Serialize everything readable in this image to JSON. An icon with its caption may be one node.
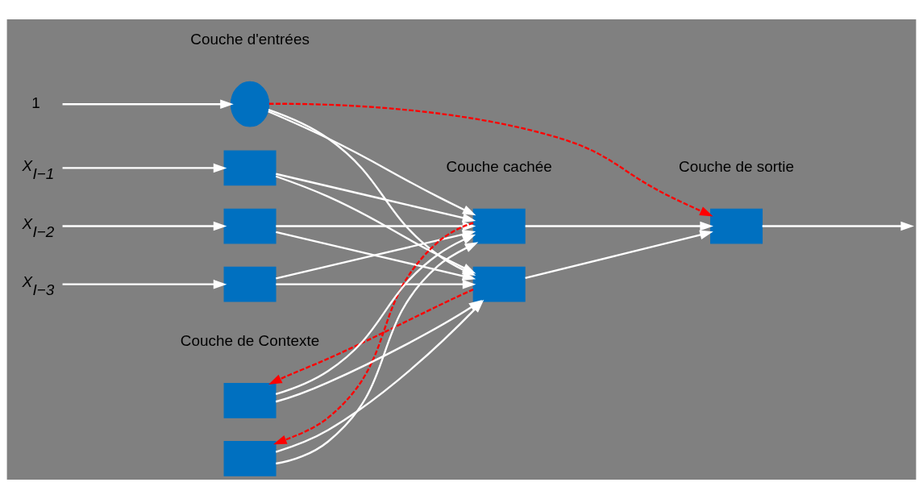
{
  "diagram": {
    "nodes": [
      {
        "text": [
          "1"
        ]
      },
      {
        "text": [
          "X$_{I−1}$"
        ]
      },
      {
        "text": [
          "X$_{I−2}$"
        ]
      },
      {
        "text": [
          "X$_{I−3}$"
        ]
      },
      {
        "text": [],
        "shape": "circle"
      },
      {
        "text": [],
        "shape": "box"
      },
      {
        "text": [],
        "shape": "box"
      },
      {
        "text": [],
        "shape": "box"
      },
      {
        "text": [],
        "shape": "box"
      },
      {
        "text": [],
        "shape": "box"
      },
      {
        "text": [],
        "shape": "box"
      },
      {
        "text": [],
        "shape": "box"
      },
      {
        "text": [],
        "shape": "box"
      }
    ],
    "edges": [
      {
        "from": 0,
        "to": 4,
        "arrow": "to"
      },
      {
        "from": 1,
        "to": 5,
        "arrow": "to"
      },
      {
        "from": 2,
        "to": 6,
        "arrow": "to"
      },
      {
        "from": 3,
        "to": 7,
        "arrow": "to"
      },
      {
        "from": 4,
        "to": 8,
        "arrow": "to"
      },
      {
        "from": 4,
        "to": 9,
        "arrow": "to"
      },
      {
        "from": 4,
        "to": 10,
        "arrow": "to",
        "style": "dashed",
        "color": "#ff0000"
      },
      {
        "from": 5,
        "to": 8,
        "arrow": "to"
      },
      {
        "from": 5,
        "to": 9,
        "arrow": "to"
      },
      {
        "from": 6,
        "to": 8,
        "arrow": "to"
      },
      {
        "from": 6,
        "to": 9,
        "arrow": "to"
      },
      {
        "from": 7,
        "to": 8,
        "arrow": "to"
      },
      {
        "from": 7,
        "to": 9,
        "arrow": "to"
      },
      {
        "from": 11,
        "to": 8,
        "arrow": "to"
      },
      {
        "from": 11,
        "to": 9,
        "arrow": "to"
      },
      {
        "from": 12,
        "to": 8,
        "arrow": "to"
      },
      {
        "from": 12,
        "to": 9,
        "arrow": "to"
      },
      {
        "from": 8,
        "to": 10,
        "arrow": "to"
      },
      {
        "from": 9,
        "to": 10,
        "arrow": "to"
      },
      {
        "from": 10,
        "to": null,
        "arrow": "to"
      },
      {
        "from": 9,
        "to": 11,
        "arrow": "to",
        "style": "dashed",
        "color": "#ff0000"
      },
      {
        "from": 8,
        "to": 12,
        "arrow": "to",
        "style": "dashed",
        "color": "#ff0000"
      }
    ],
    "labels": [
      "Couche d'entrées",
      "Couche cachée",
      "Couche de sortie",
      "Couche de Contexte"
    ]
  }
}
